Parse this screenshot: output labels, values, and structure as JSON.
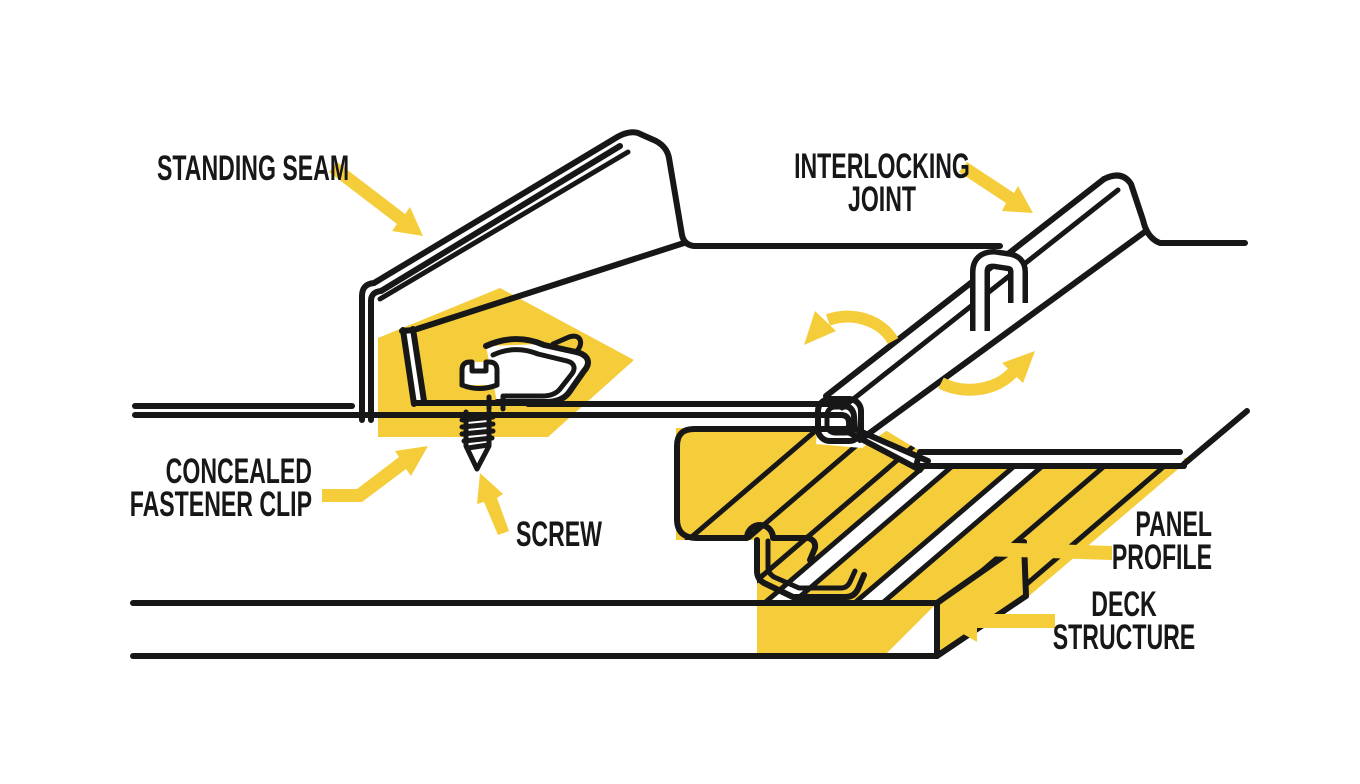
{
  "diagram_title": "Standing seam metal roof panel attachment diagram",
  "colors": {
    "highlight": "#F5CD3A",
    "line": "#171717",
    "background": "#FFFFFF"
  },
  "callouts": {
    "standing_seam": {
      "text": "STANDING SEAM"
    },
    "interlocking_joint": {
      "line1": "INTERLOCKING",
      "line2": "JOINT"
    },
    "concealed_fastener_clip": {
      "line1": "CONCEALED",
      "line2": "FASTENER CLIP"
    },
    "screw": {
      "text": "SCREW"
    },
    "panel_profile": {
      "line1": "PANEL",
      "line2": "PROFILE"
    },
    "deck_structure": {
      "line1": "DECK",
      "line2": "STRUCTURE"
    }
  },
  "icons": [
    "arrow-down-right-icon",
    "arrow-up-right-bent-icon",
    "arrow-up-icon",
    "arrow-left-icon",
    "leader-bar-icon",
    "curved-arrow-left-icon",
    "curved-arrow-right-icon"
  ]
}
